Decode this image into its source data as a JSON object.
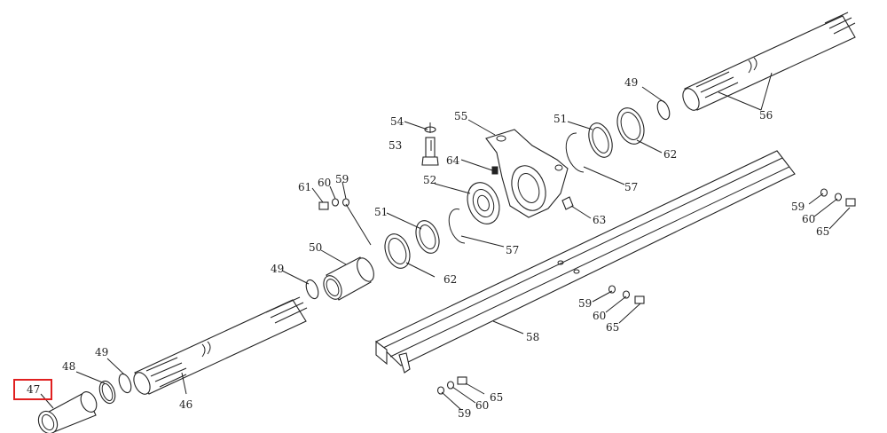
{
  "labels": {
    "l47": "47",
    "l48": "48",
    "l49a": "49",
    "l46": "46",
    "l49b": "49",
    "l50": "50",
    "l51a": "51",
    "l52": "52",
    "l53": "53",
    "l54": "54",
    "l55": "55",
    "l64": "64",
    "l61": "61",
    "l60a": "60",
    "l59a": "59",
    "l57a": "57",
    "l62a": "62",
    "l63": "63",
    "l51b": "51",
    "l57b": "57",
    "l62b": "62",
    "l49c": "49",
    "l56": "56",
    "l59b": "59",
    "l60b": "60",
    "l65a": "65",
    "l59c": "59",
    "l60c": "60",
    "l65b": "65",
    "l58": "58",
    "l65c": "65",
    "l60d": "60",
    "l59d": "59"
  },
  "highlight": {
    "label": "47",
    "color": "#e02020"
  }
}
